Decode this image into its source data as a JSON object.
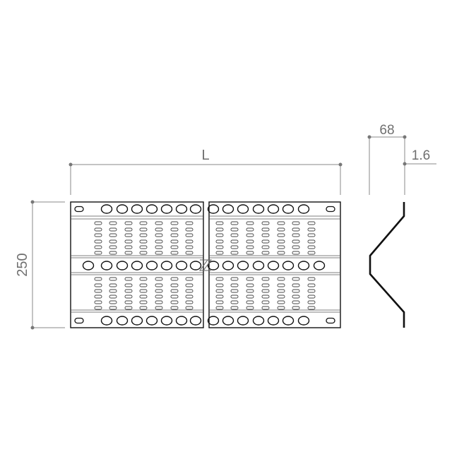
{
  "dimensions": {
    "length_label": "L",
    "height_label": "250",
    "depth_label": "68",
    "thickness_label": "1.6"
  },
  "colors": {
    "drawing": "#1a1a1a",
    "dimension": "#8a8a8a",
    "text": "#6f6f6f",
    "background": "#ffffff"
  }
}
